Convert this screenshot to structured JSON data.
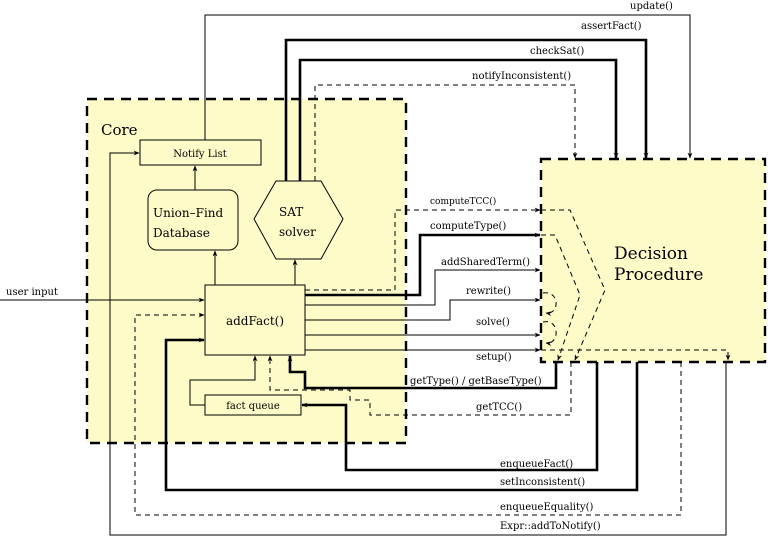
{
  "colors": {
    "region_fill": "#fdfbc8",
    "box_fill": "#fdfbc8",
    "line": "#000000"
  },
  "core": {
    "title": "Core",
    "notify_list": "Notify List",
    "union_find": [
      "Union–Find",
      "Database"
    ],
    "sat_solver": [
      "SAT",
      "solver"
    ],
    "add_fact": "addFact()",
    "fact_queue": "fact queue"
  },
  "decision_procedure": {
    "title": [
      "Decision",
      "Procedure"
    ]
  },
  "external": {
    "user_input": "user input"
  },
  "calls_to_dp": {
    "update": "update()",
    "assert_fact": "assertFact()",
    "check_sat": "checkSat()",
    "notify_inconsistent": "notifyInconsistent()",
    "compute_tcc": "computeTCC()",
    "compute_type": "computeType()",
    "add_shared_term": "addSharedTerm()",
    "rewrite": "rewrite()",
    "solve": "solve()",
    "setup": "setup()"
  },
  "calls_to_core": {
    "get_type": "getType() / getBaseType()",
    "get_tcc": "getTCC()",
    "enqueue_fact": "enqueueFact()",
    "set_inconsistent": "setInconsistent()",
    "enqueue_equality": "enqueueEquality()",
    "add_to_notify": "Expr::addToNotify()"
  },
  "legend_note": {
    "line_styles": [
      "thin solid",
      "thick solid",
      "dashed"
    ]
  }
}
